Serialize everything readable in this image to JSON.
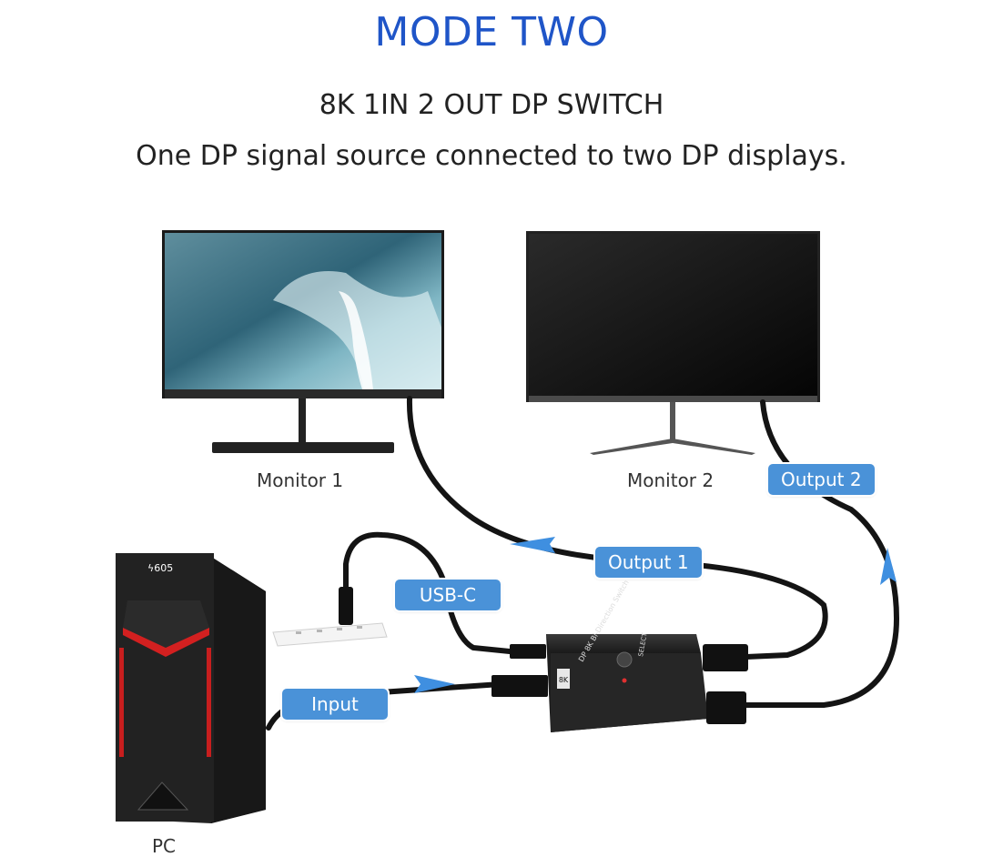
{
  "header": {
    "title": "MODE TWO",
    "subtitle": "8K 1IN 2 OUT DP SWITCH",
    "description": "One DP signal source connected to two DP displays."
  },
  "devices": {
    "monitor1": "Monitor 1",
    "monitor2": "Monitor 2",
    "pc": "PC",
    "pc_brand": "ϟ605"
  },
  "switch_box": {
    "model_text": "DP 8K Bi-Direction Switch",
    "button_label": "SELECT",
    "badge": "8K"
  },
  "connections": {
    "output1": "Output 1",
    "output2": "Output 2",
    "usb_c": "USB-C",
    "input": "Input"
  },
  "colors": {
    "title": "#1f55c8",
    "tag": "#4a92d8",
    "arrow": "#3f8fe0",
    "cable": "#141414"
  }
}
